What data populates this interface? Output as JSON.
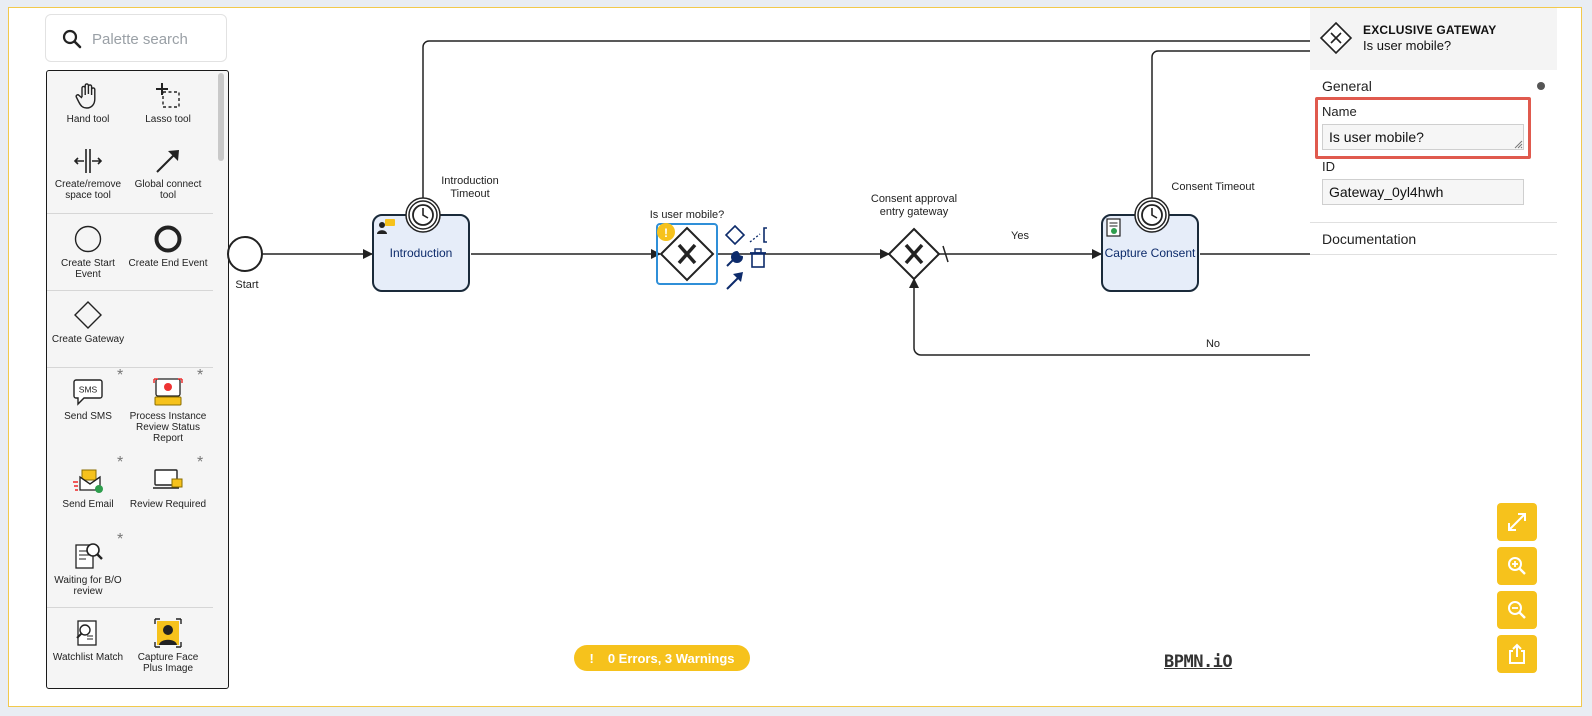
{
  "palette": {
    "search_placeholder": "Palette search",
    "tools": {
      "hand": "Hand tool",
      "lasso": "Lasso tool",
      "space": "Create/remove space tool",
      "connect": "Global connect tool",
      "start_event": "Create Start Event",
      "end_event": "Create End Event",
      "gateway": "Create Gateway",
      "send_sms": "Send SMS",
      "process_review": "Process Instance Review Status Report",
      "send_email": "Send Email",
      "review_required": "Review Required",
      "waiting_review": "Waiting for B/O review",
      "watchlist": "Watchlist Match",
      "capture_face": "Capture Face Plus Image"
    },
    "sms_icon_text": "SMS",
    "star": "*"
  },
  "diagram": {
    "start_label": "Start",
    "introduction_task": "Introduction",
    "introduction_timeout": "Introduction Timeout",
    "gateway_label": "Is user mobile?",
    "consent_gateway_label": "Consent approval entry gateway",
    "yes_label": "Yes",
    "no_label": "No",
    "capture_consent_task": "Capture Consent",
    "consent_timeout": "Consent Timeout"
  },
  "properties": {
    "element_type": "EXCLUSIVE GATEWAY",
    "element_name": "Is user mobile?",
    "general_label": "General",
    "name_label": "Name",
    "name_value": "Is user mobile?",
    "id_label": "ID",
    "id_value": "Gateway_0yl4hwh",
    "documentation_label": "Documentation"
  },
  "status": {
    "warning_icon": "!",
    "lint_summary": "0 Errors, 3 Warnings"
  },
  "branding": {
    "logo": "BPMN.iO"
  },
  "controls": [
    "fullscreen-icon",
    "zoom-in-icon",
    "zoom-out-icon",
    "export-icon"
  ],
  "colors": {
    "accent": "#f6c21c",
    "task_fill": "#e6edf9",
    "selection": "#2f8fd8",
    "highlight": "#e05a4e"
  }
}
